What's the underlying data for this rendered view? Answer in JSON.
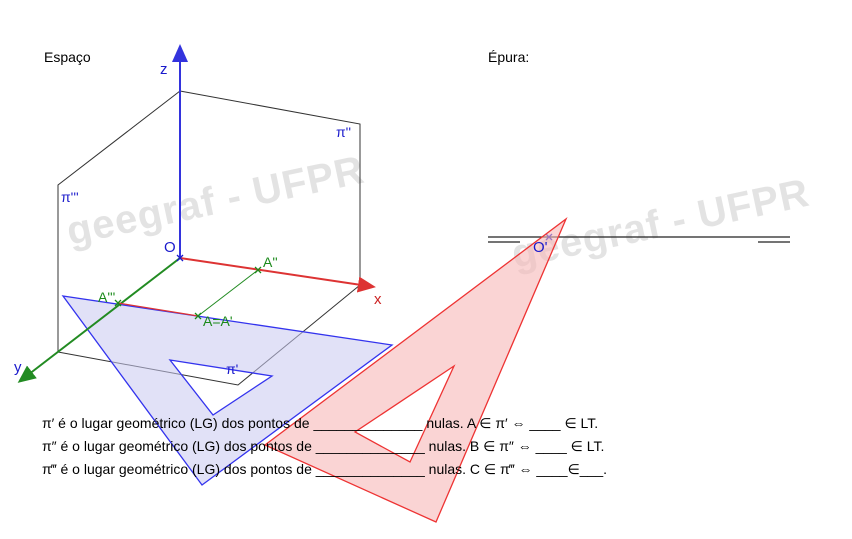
{
  "titles": {
    "espaco": "Espaço",
    "epura": "Épura:"
  },
  "watermark": "geegraf - UFPR",
  "labels": {
    "z": "z",
    "y": "y",
    "x": "x",
    "origin": "O",
    "pi2": "π''",
    "pi3": "π'''",
    "pi1": "π'",
    "a2": "A''",
    "a3": "A'''",
    "a": "A=A'",
    "epura_origin": "O'"
  },
  "colors": {
    "axis_z": "#3333dd",
    "axis_y": "#228b22",
    "axis_x": "#dd3333",
    "plane_line": "#333333",
    "blue_triangle_fill": "#c8c8f0",
    "blue_triangle_stroke": "#3333ee",
    "red_triangle_fill": "#f6b8b8",
    "red_triangle_stroke": "#ee3333",
    "projection_line": "#228b22"
  },
  "sentences": [
    {
      "pre": "π′ é o lugar geométrico (LG) dos pontos de ",
      "blank": "______________",
      "mid": " nulas. A ∈ π′ ⇔ ",
      "blank2": "____",
      "post": " ∈ LT."
    },
    {
      "pre": "π″ é o lugar geométrico (LG) dos pontos de ",
      "blank": "______________",
      "mid": " nulas. B ∈ π″ ⇔ ",
      "blank2": "____",
      "post": " ∈ LT."
    },
    {
      "pre": "π‴ é o lugar geométrico (LG) dos pontos de ",
      "blank": "______________",
      "mid": " nulas. C ∈ π‴ ⇔ ",
      "blank2": "____",
      "post": "∈___."
    }
  ]
}
